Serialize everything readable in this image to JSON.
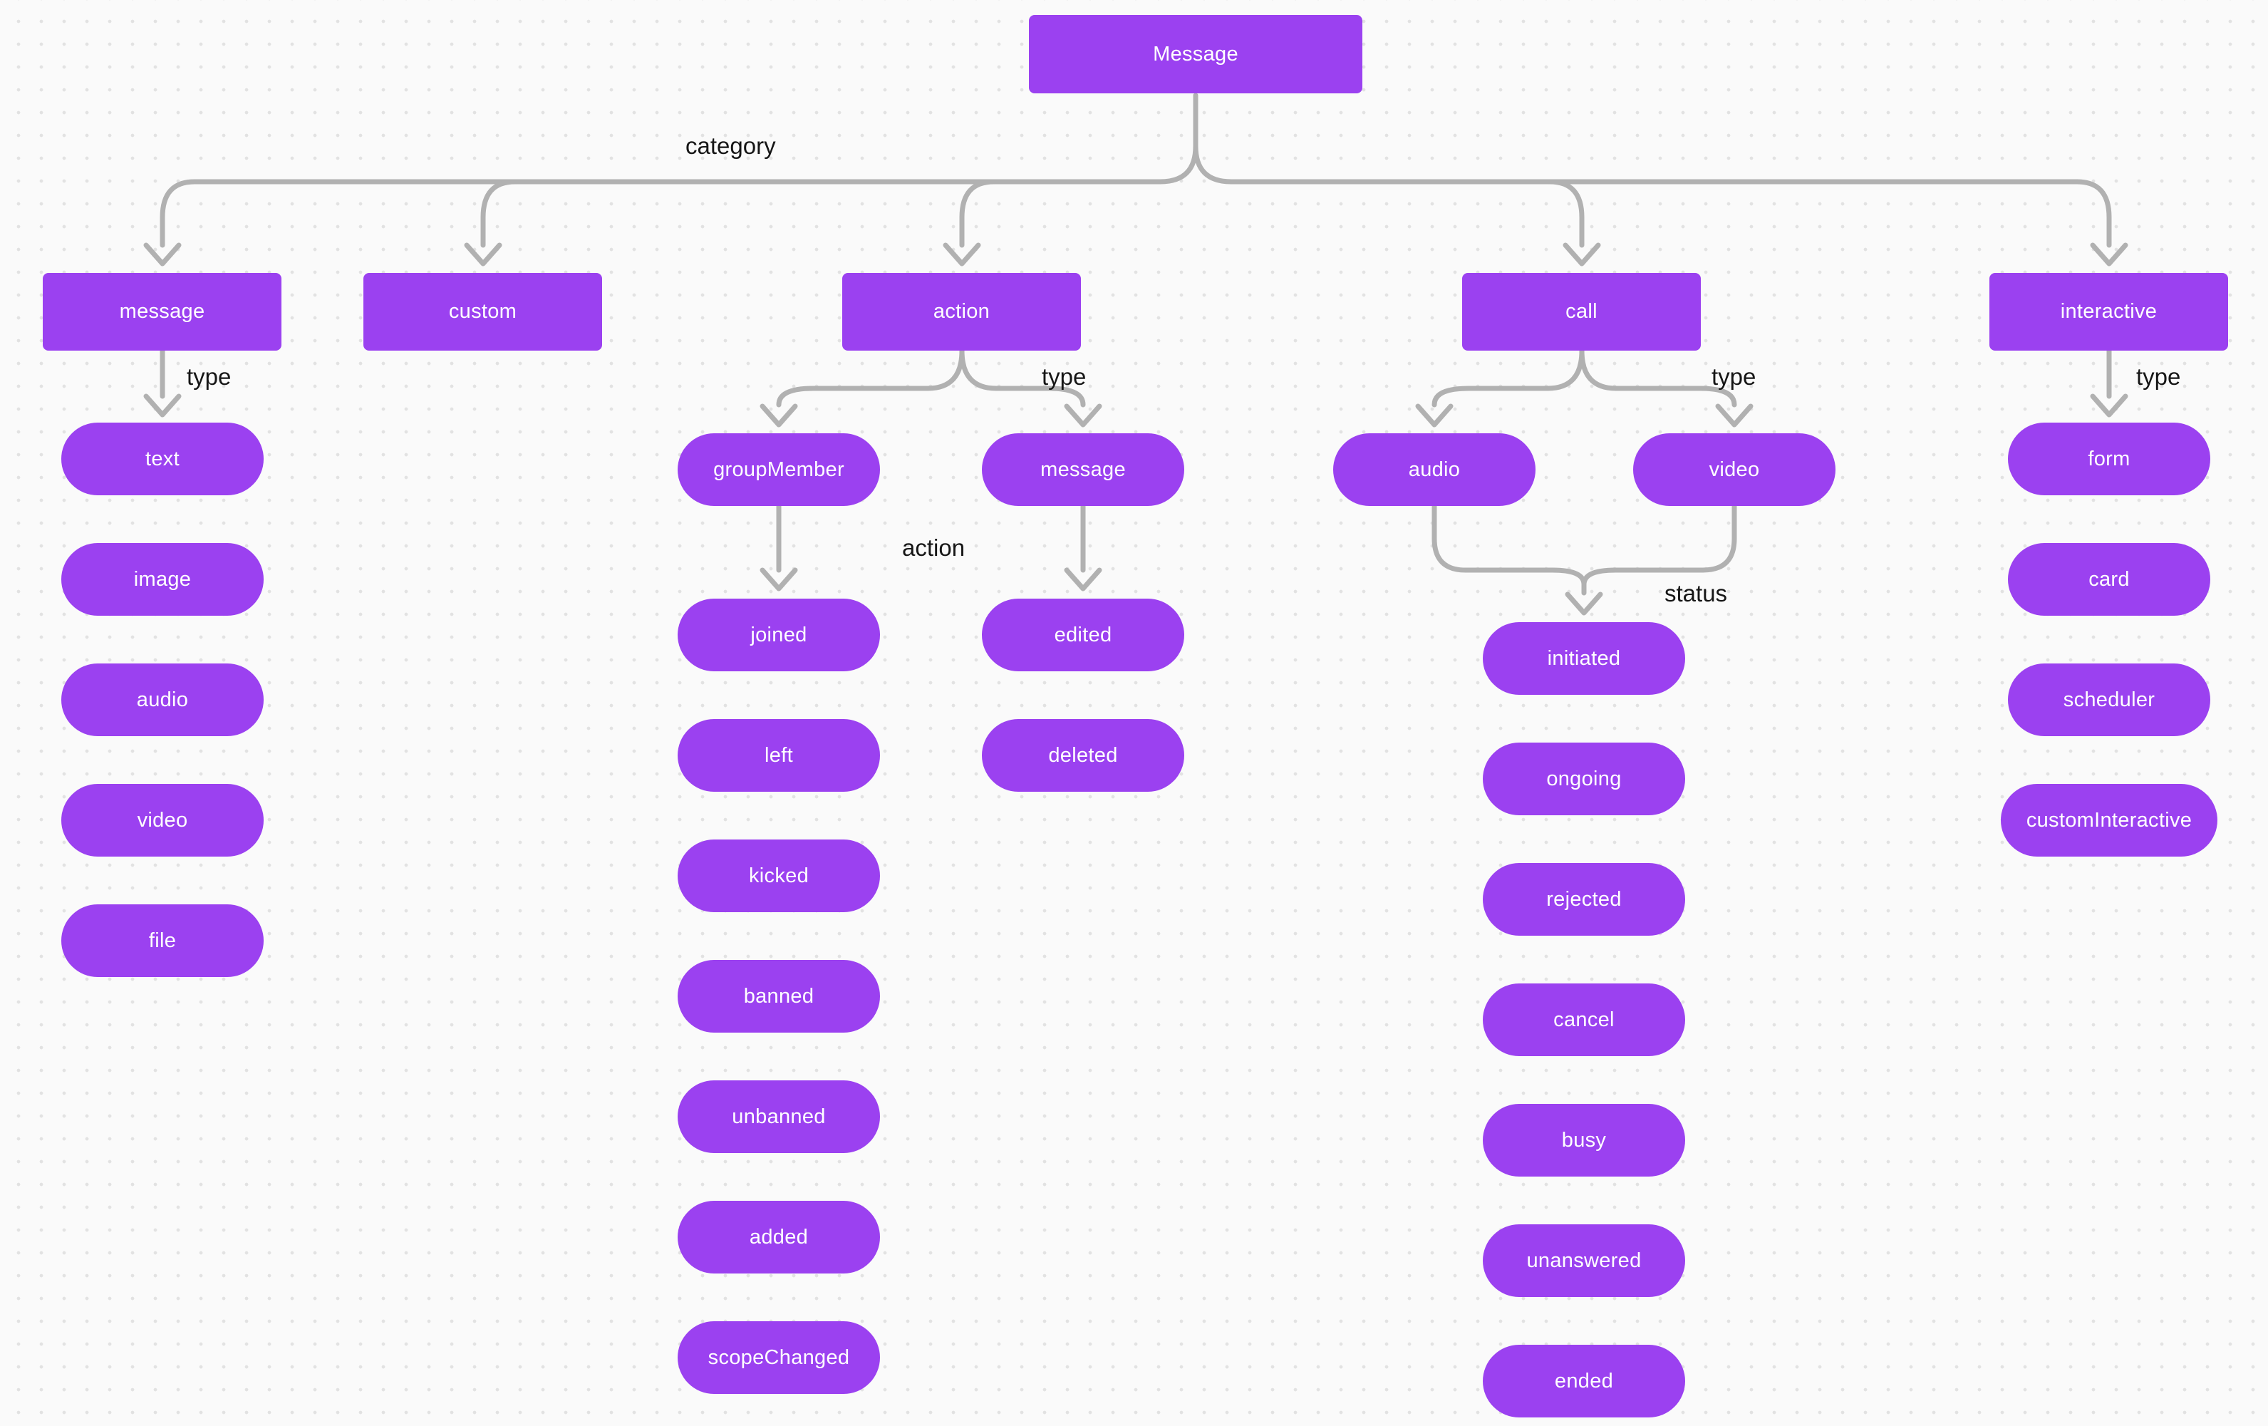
{
  "nodes": {
    "root": "Message",
    "categories": {
      "message": "message",
      "custom": "custom",
      "action": "action",
      "call": "call",
      "interactive": "interactive"
    },
    "message_types": [
      "text",
      "image",
      "audio",
      "video",
      "file"
    ],
    "action_types": {
      "groupMember": "groupMember",
      "message": "message"
    },
    "group_member_actions": [
      "joined",
      "left",
      "kicked",
      "banned",
      "unbanned",
      "added",
      "scopeChanged"
    ],
    "message_actions": [
      "edited",
      "deleted"
    ],
    "call_types": {
      "audio": "audio",
      "video": "video"
    },
    "call_statuses": [
      "initiated",
      "ongoing",
      "rejected",
      "cancel",
      "busy",
      "unanswered",
      "ended"
    ],
    "interactive_types": [
      "form",
      "card",
      "scheduler",
      "customInteractive"
    ]
  },
  "edge_labels": {
    "category": "category",
    "type": "type",
    "action": "action",
    "status": "status"
  },
  "colors": {
    "node_fill": "#9b41f0",
    "node_text": "#ffffff",
    "connector": "#b1b1b1",
    "label_text": "#161616",
    "background": "#fafafa",
    "grid_dot": "#e2e2e2"
  }
}
